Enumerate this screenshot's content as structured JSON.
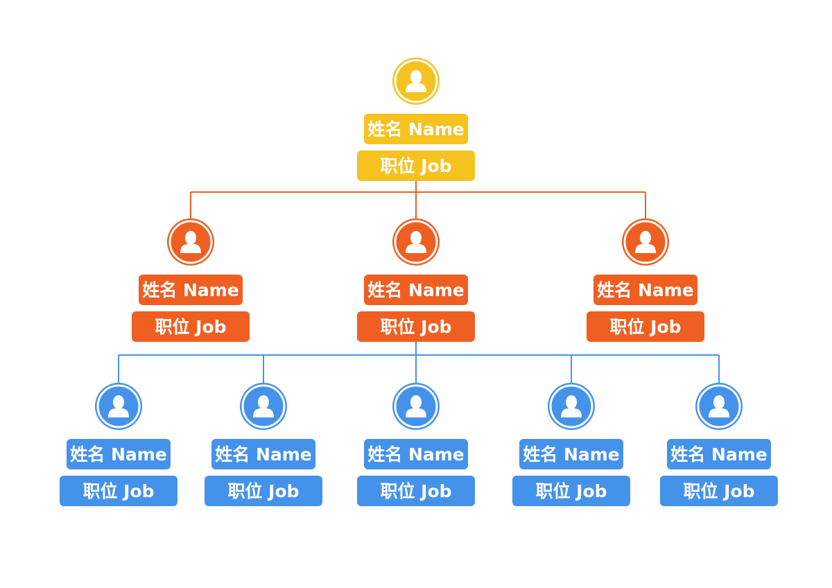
{
  "colors": {
    "level_0": "#f5c220",
    "level_1": "#ef5f22",
    "level_2": "#4592ea",
    "background": "#ffffff",
    "text": "#ffffff"
  },
  "icons": {
    "avatar": "person-icon"
  },
  "org_chart": {
    "root": {
      "name": "姓名 Name",
      "job": "职位 Job",
      "level": 0,
      "children": [
        {
          "name": "姓名 Name",
          "job": "职位 Job",
          "level": 1,
          "children": []
        },
        {
          "name": "姓名 Name",
          "job": "职位 Job",
          "level": 1,
          "children": [
            {
              "name": "姓名 Name",
              "job": "职位 Job",
              "level": 2,
              "children": []
            },
            {
              "name": "姓名 Name",
              "job": "职位 Job",
              "level": 2,
              "children": []
            },
            {
              "name": "姓名 Name",
              "job": "职位 Job",
              "level": 2,
              "children": []
            },
            {
              "name": "姓名 Name",
              "job": "职位 Job",
              "level": 2,
              "children": []
            },
            {
              "name": "姓名 Name",
              "job": "职位 Job",
              "level": 2,
              "children": []
            }
          ]
        },
        {
          "name": "姓名 Name",
          "job": "职位 Job",
          "level": 1,
          "children": []
        }
      ]
    }
  }
}
